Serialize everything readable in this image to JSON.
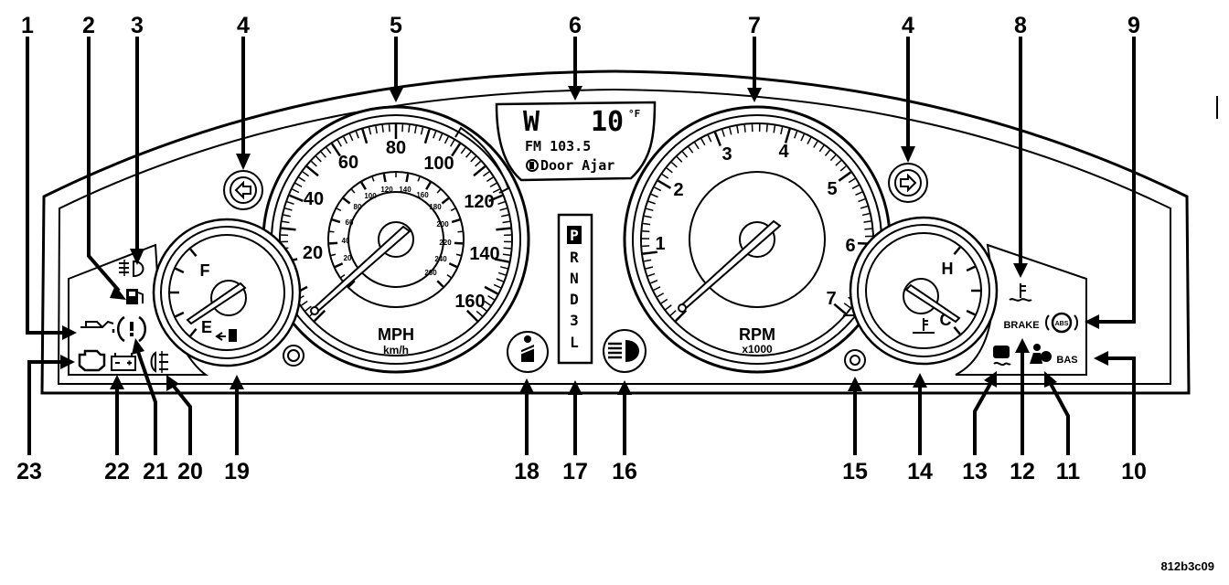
{
  "figure_code": "812b3c09",
  "callouts": {
    "c1": "1",
    "c2": "2",
    "c3": "3",
    "c4l": "4",
    "c5": "5",
    "c6": "6",
    "c7": "7",
    "c4r": "4",
    "c8": "8",
    "c9": "9",
    "c10": "10",
    "c11": "11",
    "c12": "12",
    "c13": "13",
    "c14": "14",
    "c15": "15",
    "c16": "16",
    "c17": "17",
    "c18": "18",
    "c19": "19",
    "c20": "20",
    "c21": "21",
    "c22": "22",
    "c23": "23"
  },
  "display": {
    "compass": "W",
    "temperature": "10",
    "temp_unit": "°F",
    "radio": "FM 103.5",
    "message": "Door Ajar"
  },
  "speedometer": {
    "unit_main": "MPH",
    "unit_sub": "km/h",
    "mph_labels": [
      "20",
      "40",
      "60",
      "80",
      "100",
      "120",
      "140",
      "160"
    ],
    "kmh_labels": [
      "20",
      "40",
      "60",
      "80",
      "100",
      "120",
      "140",
      "160",
      "180",
      "200",
      "220",
      "240",
      "260"
    ]
  },
  "tachometer": {
    "unit_main": "RPM",
    "unit_sub": "x1000",
    "labels": [
      "1",
      "2",
      "3",
      "4",
      "5",
      "6",
      "7"
    ]
  },
  "fuel_gauge": {
    "full": "F",
    "empty": "E"
  },
  "temp_gauge": {
    "hot": "H",
    "cold": "C"
  },
  "gear_selector": [
    "P",
    "R",
    "N",
    "D",
    "3",
    "L"
  ],
  "warning_labels": {
    "brake": "BRAKE",
    "bas": "BAS",
    "abs": "ABS"
  }
}
